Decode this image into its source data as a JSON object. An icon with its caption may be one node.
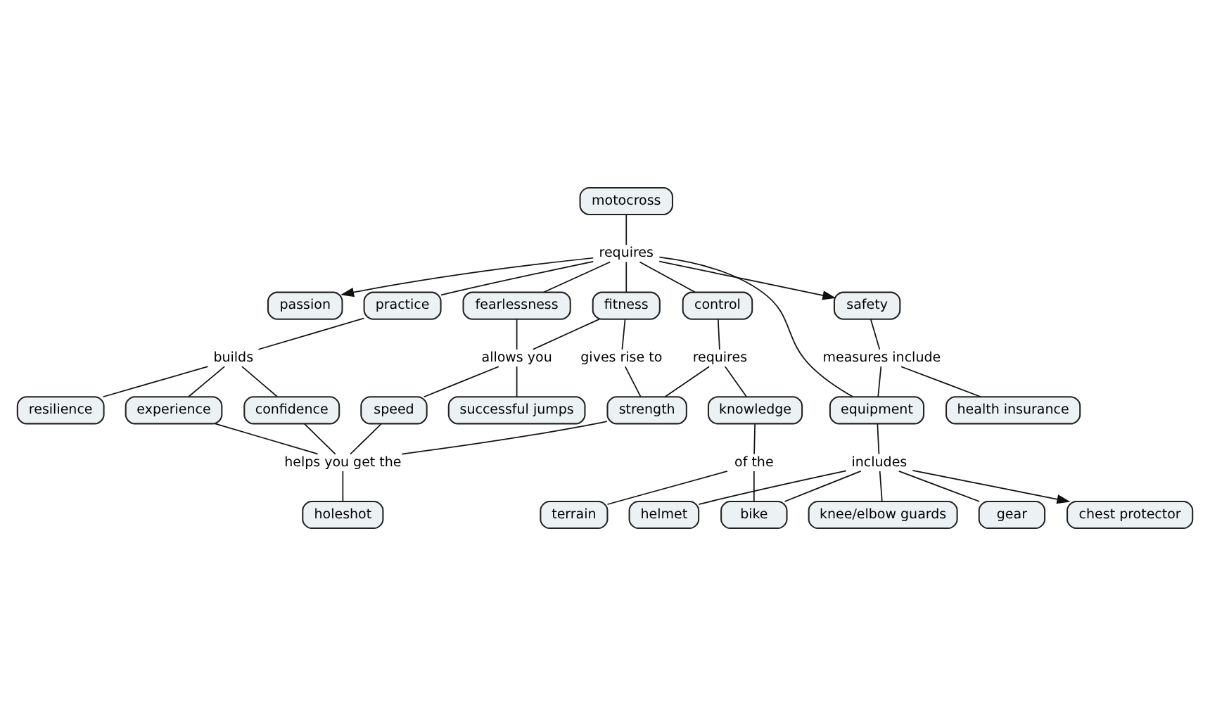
{
  "diagram": {
    "nodes": [
      {
        "text": [
          "motocross"
        ]
      },
      {
        "text": [
          "passion"
        ]
      },
      {
        "text": [
          "requires"
        ]
      },
      {
        "text": [
          "safety"
        ]
      },
      {
        "text": [
          "measures include"
        ]
      },
      {
        "text": [
          "practice"
        ]
      },
      {
        "text": [
          "fearlessness"
        ]
      },
      {
        "text": [
          "fitness"
        ]
      },
      {
        "text": [
          "control"
        ]
      },
      {
        "text": [
          "equipment"
        ]
      },
      {
        "text": [
          "health insurance"
        ]
      },
      {
        "text": [
          "allows you"
        ]
      },
      {
        "text": [
          "requires"
        ]
      },
      {
        "text": [
          "gives rise to"
        ]
      },
      {
        "text": [
          "includes"
        ]
      },
      {
        "text": [
          "chest protector"
        ]
      },
      {
        "text": [
          "builds"
        ]
      },
      {
        "text": [
          "successful jumps"
        ]
      },
      {
        "text": [
          "speed"
        ]
      },
      {
        "text": [
          "helmet"
        ]
      },
      {
        "text": [
          "gear"
        ]
      },
      {
        "text": [
          "resilience"
        ]
      },
      {
        "text": [
          "confidence"
        ]
      },
      {
        "text": [
          "strength"
        ]
      },
      {
        "text": [
          "knowledge"
        ]
      },
      {
        "text": [
          "experience"
        ]
      },
      {
        "text": [
          "helps you get the"
        ]
      },
      {
        "text": [
          "knee/elbow guards"
        ]
      },
      {
        "text": [
          "of the"
        ]
      },
      {
        "text": [
          "terrain"
        ]
      },
      {
        "text": [
          "bike"
        ]
      },
      {
        "text": [
          "holeshot"
        ]
      }
    ],
    "edges": [
      {
        "from": 0,
        "to": 2,
        "arrow": "none"
      },
      {
        "from": 2,
        "to": 1,
        "arrow": "to"
      },
      {
        "from": 2,
        "to": 5,
        "arrow": "none"
      },
      {
        "from": 2,
        "to": 6,
        "arrow": "none"
      },
      {
        "from": 2,
        "to": 7,
        "arrow": "none"
      },
      {
        "from": 2,
        "to": 8,
        "arrow": "none"
      },
      {
        "from": 2,
        "to": 9,
        "arrow": "none"
      },
      {
        "from": 2,
        "to": 3,
        "arrow": "to"
      },
      {
        "from": 3,
        "to": 4,
        "arrow": "none"
      },
      {
        "from": 4,
        "to": 9,
        "arrow": "none"
      },
      {
        "from": 4,
        "to": 10,
        "arrow": "none"
      },
      {
        "from": 5,
        "to": 16,
        "arrow": "none"
      },
      {
        "from": 16,
        "to": 21,
        "arrow": "none"
      },
      {
        "from": 16,
        "to": 25,
        "arrow": "none"
      },
      {
        "from": 16,
        "to": 22,
        "arrow": "none"
      },
      {
        "from": 6,
        "to": 11,
        "arrow": "none"
      },
      {
        "from": 7,
        "to": 11,
        "arrow": "none"
      },
      {
        "from": 11,
        "to": 17,
        "arrow": "none"
      },
      {
        "from": 11,
        "to": 18,
        "arrow": "none"
      },
      {
        "from": 7,
        "to": 13,
        "arrow": "none"
      },
      {
        "from": 13,
        "to": 23,
        "arrow": "none"
      },
      {
        "from": 8,
        "to": 12,
        "arrow": "none"
      },
      {
        "from": 12,
        "to": 23,
        "arrow": "none"
      },
      {
        "from": 12,
        "to": 24,
        "arrow": "none"
      },
      {
        "from": 9,
        "to": 14,
        "arrow": "none"
      },
      {
        "from": 14,
        "to": 19,
        "arrow": "none"
      },
      {
        "from": 14,
        "to": 30,
        "arrow": "none"
      },
      {
        "from": 14,
        "to": 27,
        "arrow": "none"
      },
      {
        "from": 14,
        "to": 20,
        "arrow": "none"
      },
      {
        "from": 14,
        "to": 15,
        "arrow": "to"
      },
      {
        "from": 25,
        "to": 26,
        "arrow": "none"
      },
      {
        "from": 22,
        "to": 26,
        "arrow": "none"
      },
      {
        "from": 18,
        "to": 26,
        "arrow": "none"
      },
      {
        "from": 23,
        "to": 26,
        "arrow": "none"
      },
      {
        "from": 26,
        "to": 31,
        "arrow": "none"
      },
      {
        "from": 24,
        "to": 28,
        "arrow": "none"
      },
      {
        "from": 28,
        "to": 29,
        "arrow": "none"
      },
      {
        "from": 28,
        "to": 30,
        "arrow": "none"
      }
    ]
  }
}
